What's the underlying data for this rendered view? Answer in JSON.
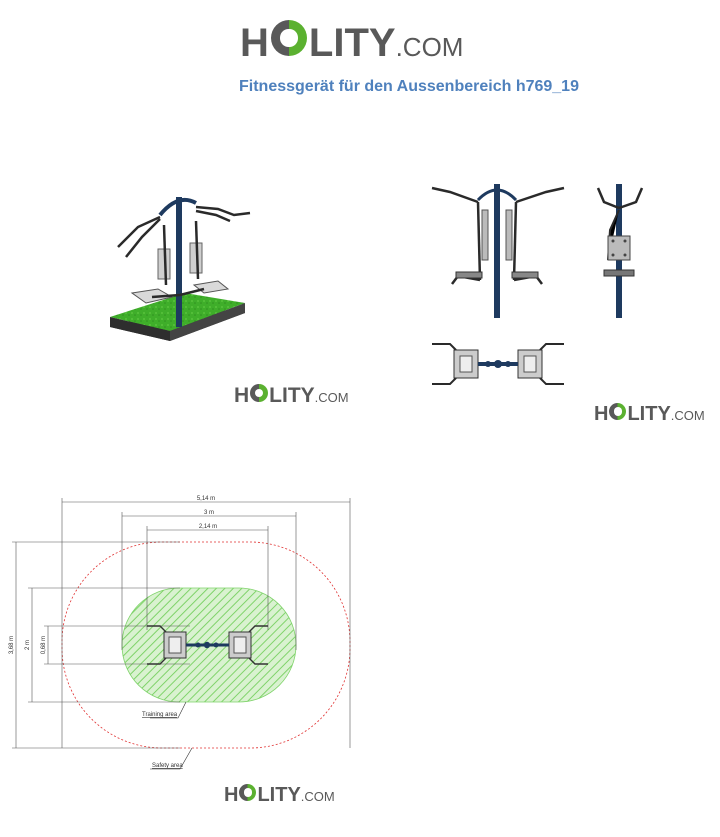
{
  "brand": {
    "h": "H",
    "rest": "LITY",
    "com": ".COM"
  },
  "page": {
    "title": "Fitnessgerät für den Aussenbereich h769_19"
  },
  "drawing": {
    "dim_outer": "5,14 m",
    "dim_mid": "3 m",
    "dim_inner": "2,14 m",
    "dim_height_outer": "3,68 m",
    "dim_height_mid": "2 m",
    "dim_height_inner": "0,68 m",
    "label_training": "Training area",
    "label_safety": "Safety area"
  },
  "colors": {
    "brand_gray": "#595959",
    "brand_green": "#5bb130",
    "title_blue": "#4f81bd",
    "training_green": "#7fd36a",
    "safety_red": "#e03030",
    "frame_navy": "#1e3a5f"
  }
}
